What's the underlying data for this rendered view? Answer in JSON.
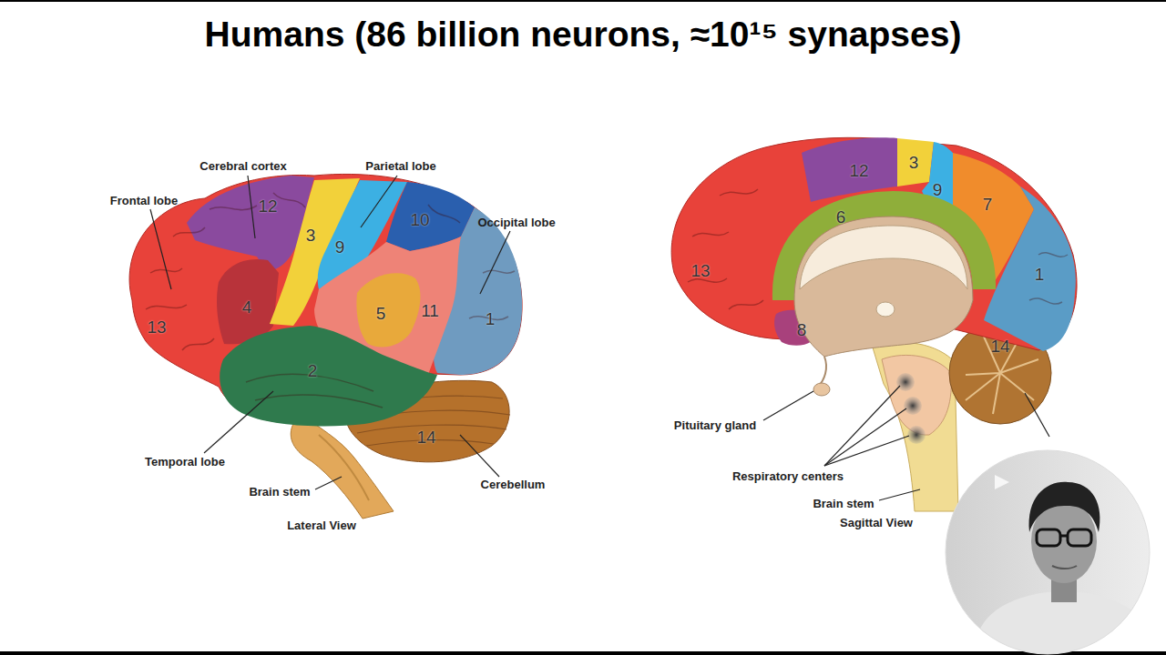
{
  "diagram": {
    "title": "Humans (86 billion neurons, ≈10¹⁵ synapses)",
    "labels": [
      "Cerebral cortex",
      "Parietal lobe",
      "Frontal lobe",
      "Occipital lobe",
      "12",
      "3",
      "9",
      "10",
      "4",
      "5",
      "11",
      "1",
      "13",
      "2",
      "14",
      "Temporal lobe",
      "Brain stem",
      "Cerebellum",
      "Lateral View",
      "12",
      "3",
      "9",
      "7",
      "6",
      "13",
      "1",
      "8",
      "14",
      "Pituitary gland",
      "Respiratory centers",
      "Brain stem",
      "Sagittal View"
    ]
  }
}
